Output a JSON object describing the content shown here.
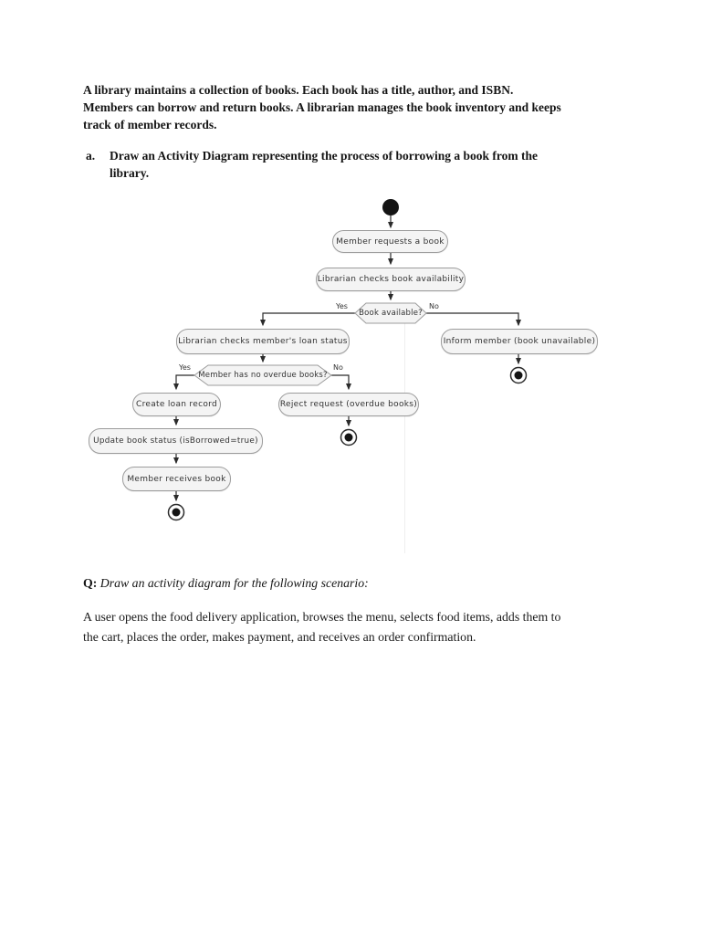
{
  "page": {
    "intro": {
      "lines": [
        "A library maintains a collection of books. Each book has a title, author, and ISBN.",
        "Members can borrow and return books. A librarian manages the book inventory and keeps",
        "track of member records."
      ]
    },
    "item_a": {
      "marker": "a.",
      "lines": [
        "Draw an Activity Diagram representing the process of borrowing a book from the",
        "library."
      ]
    },
    "question": {
      "label": "Q:",
      "text": "Draw an activity diagram for the following scenario:"
    },
    "scenario": {
      "lines": [
        "A user opens the food delivery application, browses the menu, selects food items, adds them to",
        "the cart, places the order, makes payment, and receives an order confirmation."
      ]
    }
  },
  "diagram": {
    "type": "uml-activity-diagram",
    "nodes": {
      "member_requests": "Member requests a book",
      "check_availability": "Librarian checks book availability",
      "decision_book_available": "Book available?",
      "check_loan_status": "Librarian checks member's loan status",
      "inform_member": "Inform member (book unavailable)",
      "decision_no_overdue": "Member has no overdue books?",
      "create_loan_record": "Create loan record",
      "reject_request": "Reject request (overdue books)",
      "update_book_status": "Update book status (isBorrowed=true)",
      "member_receives_book": "Member receives book"
    },
    "labels": {
      "yes": "Yes",
      "no": "No"
    },
    "colors": {
      "node_fill": "#f4f4f4",
      "node_border": "#9c9c9c",
      "edge": "#2b2b2b",
      "start_final_fill": "#141414"
    }
  }
}
